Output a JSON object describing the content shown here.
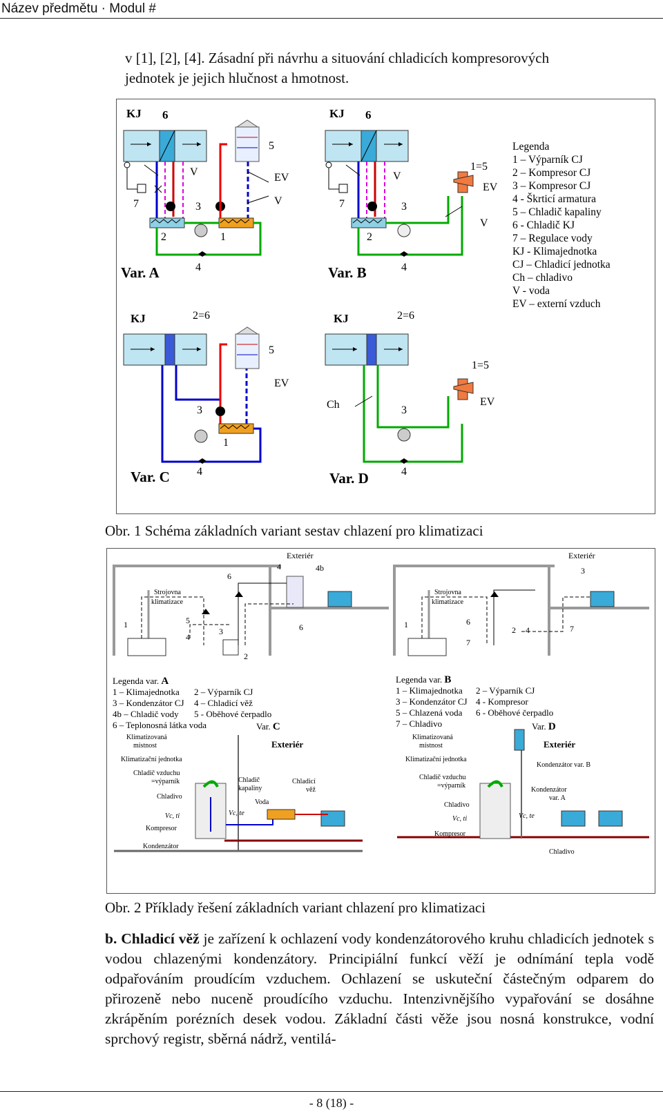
{
  "header": {
    "title": "Název předmětu · Modul #"
  },
  "intro": {
    "line1": "v [1], [2], [4]. Zásadní při návrhu a situování chladicích kompresorových",
    "line2": "jednotek je jejich hlučnost a hmotnost."
  },
  "fig1": {
    "caption": "Obr. 1 Schéma základních variant sestav chlazení pro klimatizaci",
    "varA": {
      "name": "Var. A",
      "kj": "KJ",
      "n6": "6",
      "n5": "5",
      "ev": "EV",
      "v1": "V",
      "v2": "V",
      "n7": "7",
      "n3": "3",
      "n2": "2",
      "n1": "1",
      "n4": "4"
    },
    "varB": {
      "name": "Var. B",
      "kj": "KJ",
      "n6": "6",
      "n15": "1=5",
      "ev": "EV",
      "v1": "V",
      "v2": "V",
      "n7": "7",
      "n3": "3",
      "n2": "2",
      "n4": "4"
    },
    "varC": {
      "name": "Var. C",
      "kj": "KJ",
      "n26": "2=6",
      "n5": "5",
      "ev": "EV",
      "n3": "3",
      "n1": "1",
      "n4": "4"
    },
    "varD": {
      "name": "Var. D",
      "kj": "KJ",
      "n26": "2=6",
      "n15": "1=5",
      "ev": "EV",
      "ch": "Ch",
      "n3": "3",
      "n4": "4"
    },
    "legend": [
      "Legenda",
      "1 – Výparník CJ",
      "2 – Kompresor CJ",
      "3 – Kompresor CJ",
      "4 - Škrticí armatura",
      "5 – Chladič kapaliny",
      "6 - Chladič KJ",
      "7 – Regulace vody",
      "KJ - Klimajednotka",
      "CJ – Chladicí jednotka",
      "Ch – chladivo",
      "V - voda",
      "EV – externí vzduch"
    ]
  },
  "fig2": {
    "caption": "Obr. 2 Příklady řešení základních variant chlazení pro klimatizaci",
    "topA": {
      "exterier": "Exteriér",
      "n4": "4",
      "n4b": "4b",
      "n6a": "6",
      "strojovna": "Strojovna",
      "klimatizace": "klimatizace",
      "n1": "1",
      "n5": "5",
      "n4c": "4",
      "n3": "3",
      "n6b": "6",
      "n2": "2"
    },
    "topB": {
      "exterier": "Exteriér",
      "n3": "3",
      "strojovna": "Strojovna",
      "klimatizace": "klimatizace",
      "n1": "1",
      "n6": "6",
      "n7a": "7",
      "n2": "2",
      "n4": "4",
      "n7b": "7"
    },
    "legendA": {
      "title": "Legenda var.",
      "letter": "A",
      "c1": [
        "1 – Klimajednotka",
        "3 – Kondenzátor CJ",
        "4b – Chladič vody",
        "6 – Teplonosná látka voda"
      ],
      "c2": [
        "2 – Výparník CJ",
        "4 – Chladicí věž",
        "5 - Oběhové čerpadlo"
      ]
    },
    "legendB": {
      "title": "Legenda var.",
      "letter": "B",
      "c1": [
        "1 – Klimajednotka",
        "3 – Kondenzátor CJ",
        "5 – Chlazená voda",
        "7 – Chladivo"
      ],
      "c2": [
        "2 – Výparník CJ",
        "4 - Kompresor",
        "6 - Oběhové čerpadlo"
      ]
    },
    "botC": {
      "var": "Var.",
      "letter": "C",
      "exterier": "Exteriér",
      "mistnost1": "Klimatizovaná",
      "mistnost2": "místnost",
      "kj": "Klimatizační jednotka",
      "vyp1": "Chladič vzduchu",
      "vyp2": "=výparník",
      "chladivo": "Chladivo",
      "vt": "Vc, ti",
      "kompresor": "Kompresor",
      "kondenzator": "Kondenzátor",
      "ch1": "Chladič",
      "ch2": "kapaliny",
      "voda": "Voda",
      "vte": "Vc, te",
      "vez1": "Chladicí",
      "vez2": "věž"
    },
    "botD": {
      "var": "Var.",
      "letter": "D",
      "exterier": "Exteriér",
      "mistnost1": "Klimatizovaná",
      "mistnost2": "místnost",
      "kj": "Klimatizační jednotka",
      "vyp1": "Chladič vzduchu",
      "vyp2": "=výparník",
      "chladivo": "Chladivo",
      "vt": "Vc, ti",
      "kompresor": "Kompresor",
      "kondB": "Kondenzátor var. B",
      "kondA1": "Kondenzátor",
      "kondA2": "var. A",
      "vte": "Vc, te",
      "chladivo2": "Chladivo"
    }
  },
  "body": {
    "lead": "b. ",
    "term": "Chladicí věž",
    "text": " je zařízení k ochlazení vody kondenzátorového kruhu chladicích jednotek s vodou chlazenými kondenzátory. Principiální funkcí věží je odnímání tepla vodě odpařováním proudícím vzduchem. Ochlazení se uskuteční částečným odparem do přirozeně nebo nuceně proudícího vzduchu. Intenzivnějšího vypařování se dosáhne zkrápěním porézních desek vodou. Základní části věže jsou nosná konstrukce, vodní sprchový registr, sběrná nádrž, ventilá-"
  },
  "footer": {
    "page": "- 8 (18) -"
  }
}
